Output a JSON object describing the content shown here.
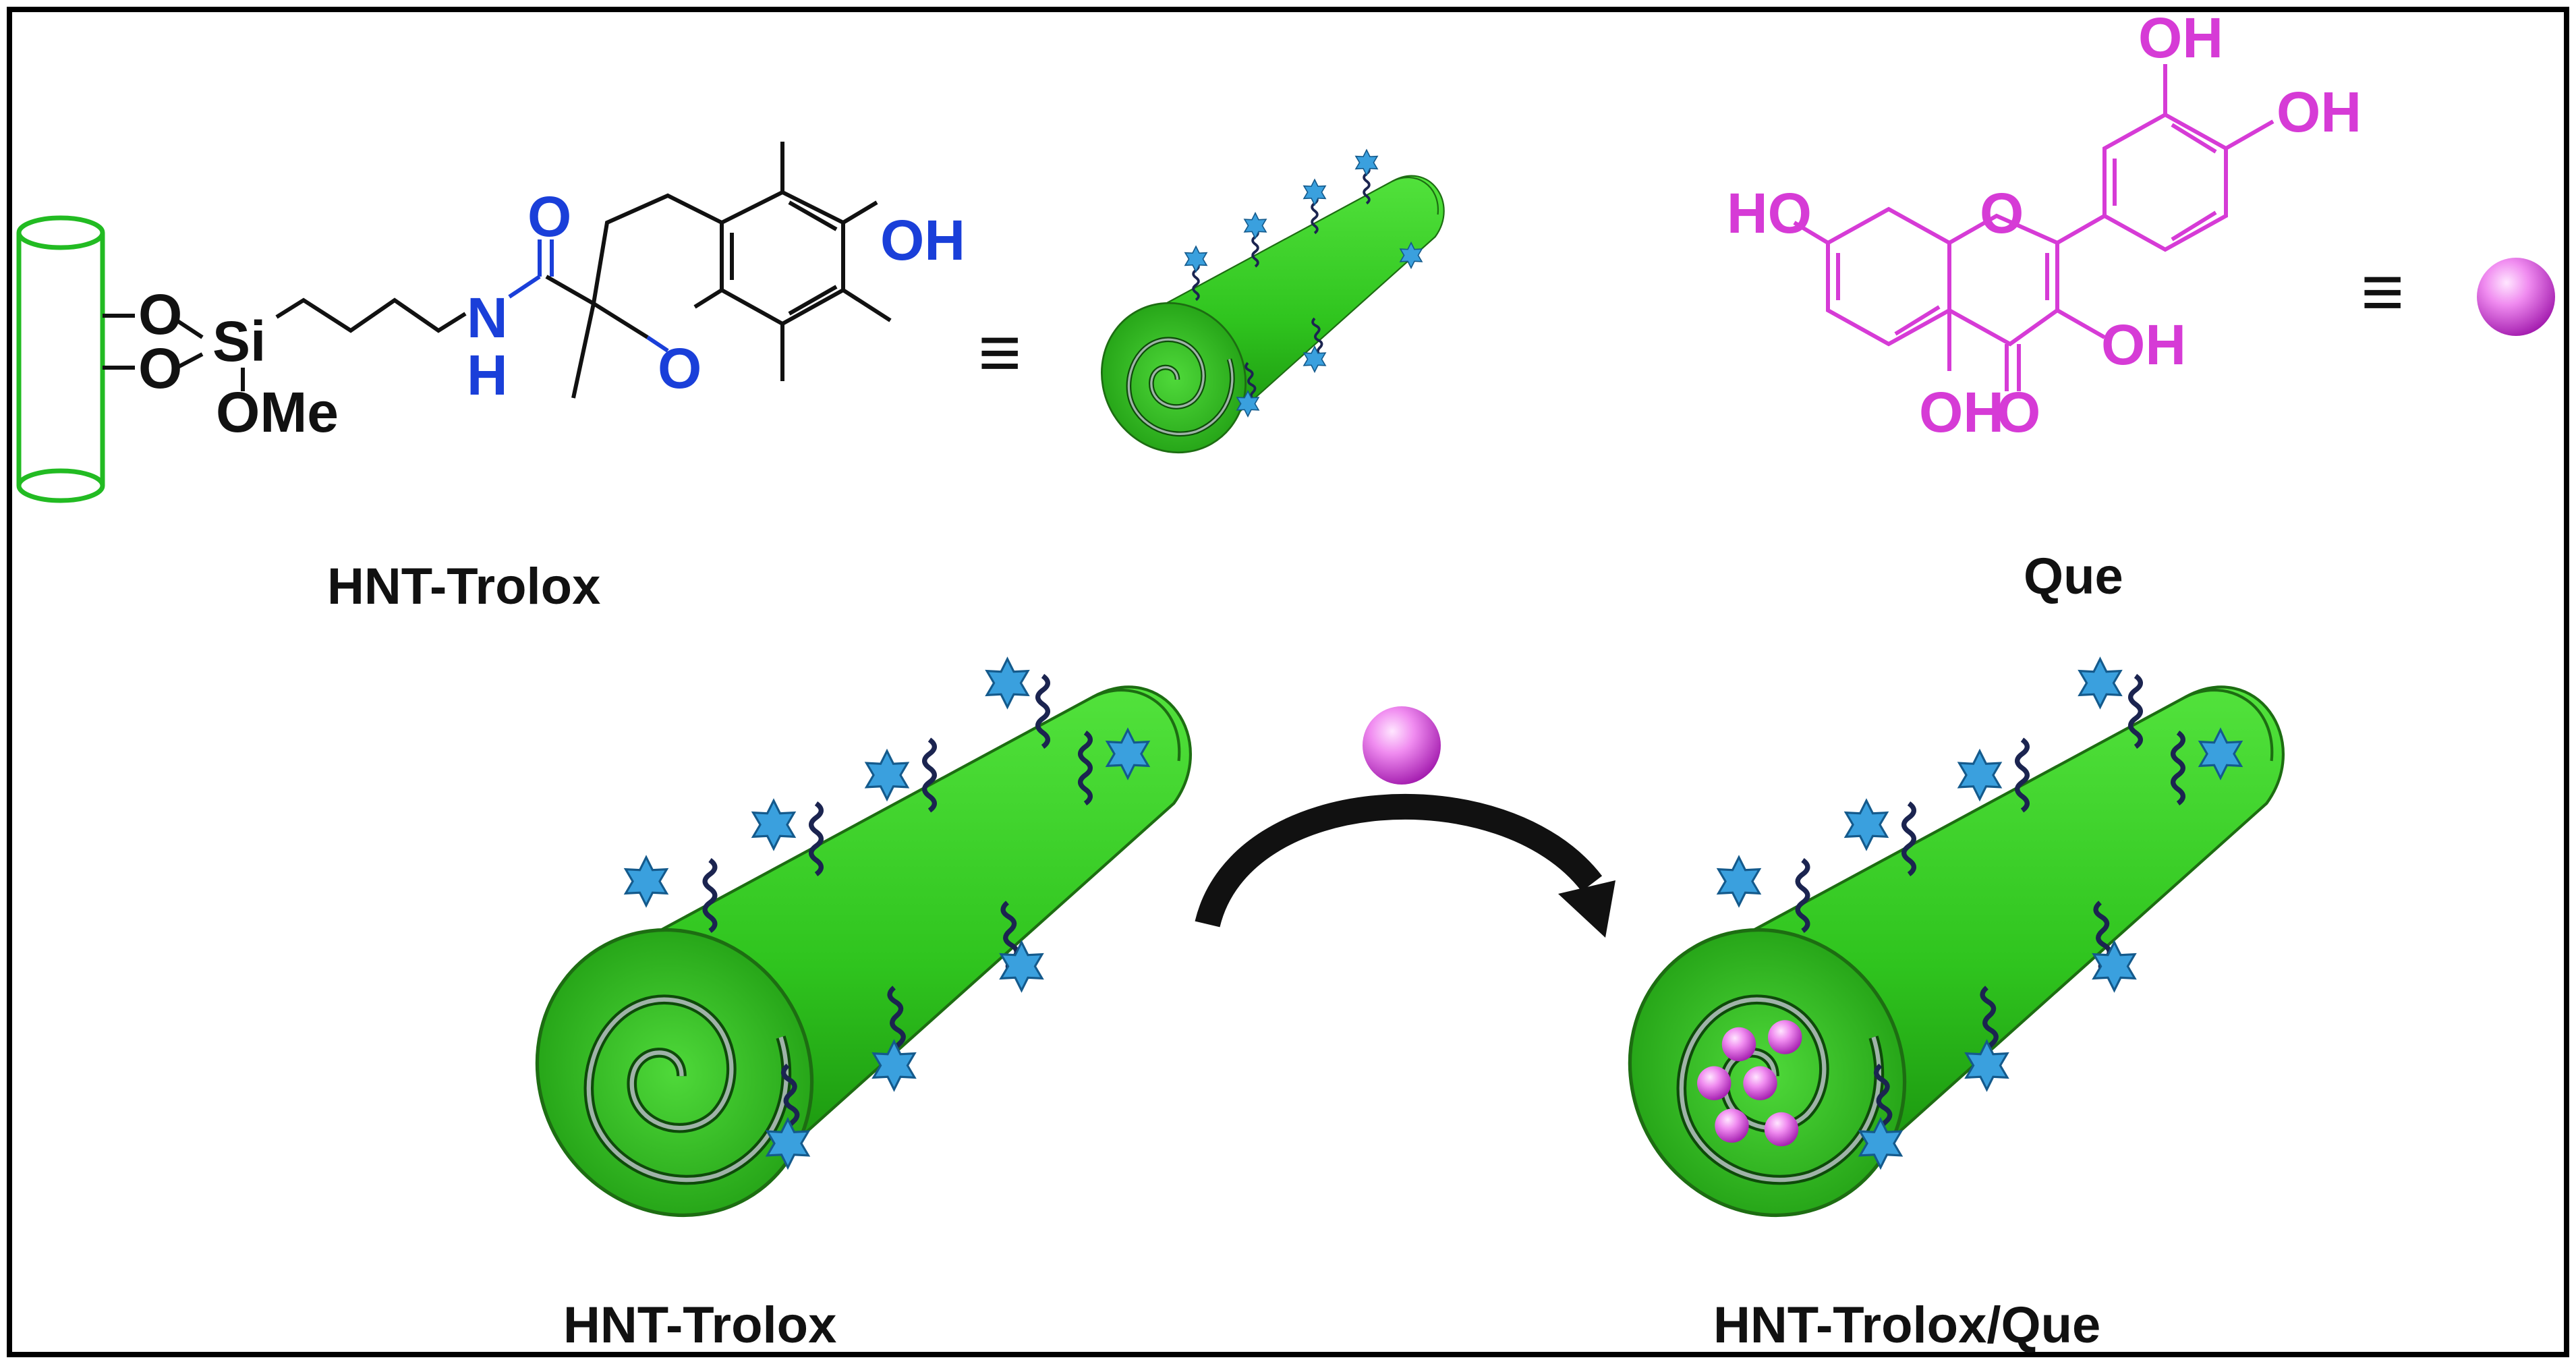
{
  "colors": {
    "tube_green": "#33cc22",
    "tube_dark": "#1f8f14",
    "star_blue": "#3aa0de",
    "linker": "#1b2450",
    "trolox_blue": "#1a3fd9",
    "quercetin_magenta": "#d63bd6",
    "ink": "#111111"
  },
  "labels": {
    "hnt_trolox_top": "HNT-Trolox",
    "que": "Que",
    "hnt_trolox_bottom": "HNT-Trolox",
    "hnt_trolox_que": "HNT-Trolox/Que"
  },
  "trolox_structure": {
    "atom_o1": "O",
    "atom_o2": "O",
    "atom_si": "Si",
    "atom_ome": "OMe",
    "atom_n": "N",
    "atom_h": "H",
    "atom_carbonyl_o": "O",
    "atom_ring_o": "O",
    "atom_oh": "OH"
  },
  "quercetin_structure": {
    "atom_ho_left": "HO",
    "atom_ring_o": "O",
    "atom_oh_top": "OH",
    "atom_oh_right": "OH",
    "atom_oh_3": "OH",
    "atom_oh_5": "OH",
    "atom_carbonyl_o": "O"
  },
  "symbols": {
    "equivalence_1": "≡",
    "equivalence_2": "≡"
  },
  "icons": [
    "halloysite-tube-icon",
    "trolox-star-icon",
    "quercetin-sphere-icon",
    "reaction-arrow-icon"
  ]
}
